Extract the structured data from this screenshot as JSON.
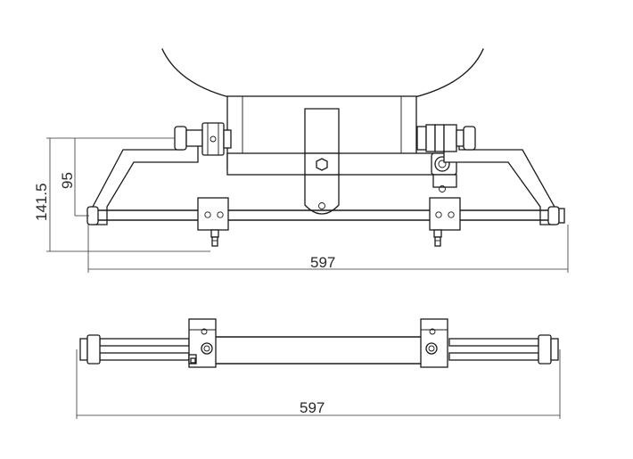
{
  "front_view": {
    "dimension_width": "597",
    "dimension_height_outer": "141.5",
    "dimension_height_inner": "95"
  },
  "top_view": {
    "dimension_width": "597"
  }
}
